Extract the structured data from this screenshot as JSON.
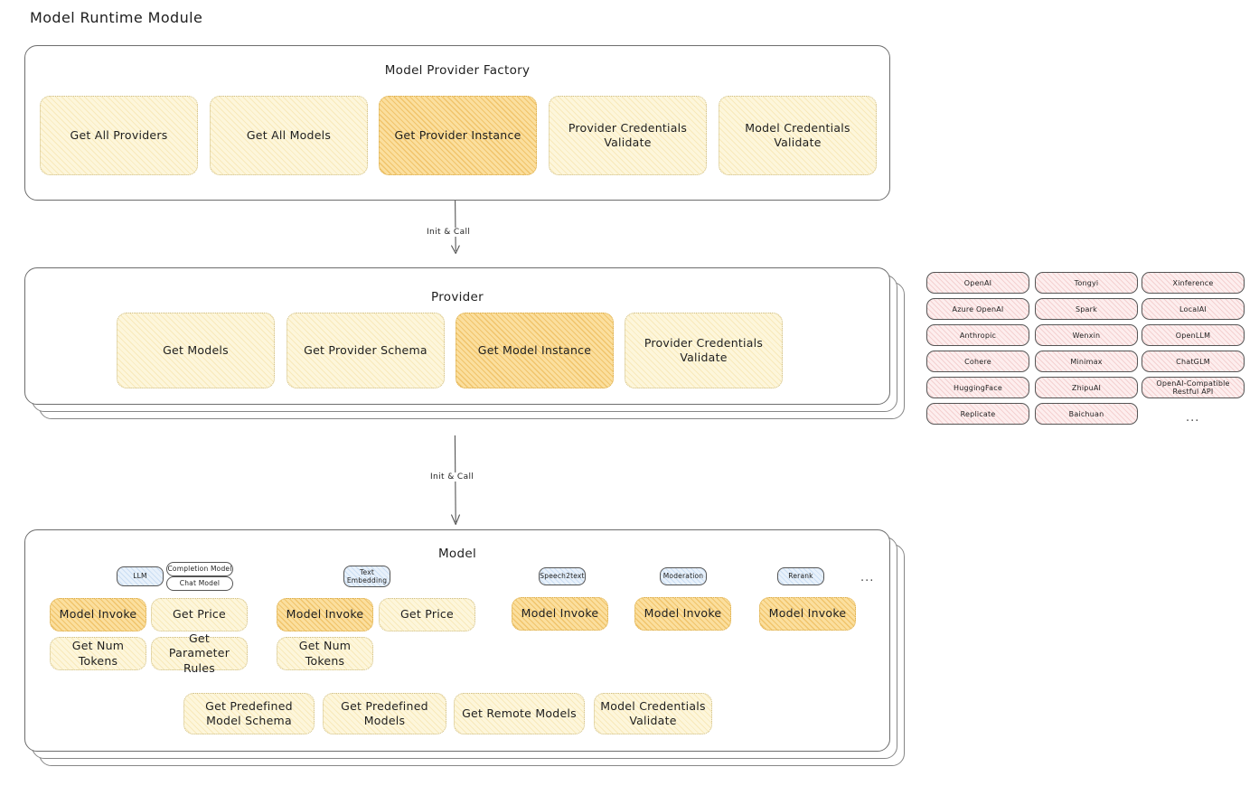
{
  "page": {
    "title": "Model Runtime Module"
  },
  "factory": {
    "title": "Model Provider Factory",
    "nodes": [
      {
        "label": "Get All Providers",
        "accent": false
      },
      {
        "label": "Get All Models",
        "accent": false
      },
      {
        "label": "Get Provider Instance",
        "accent": true
      },
      {
        "label": "Provider Credentials Validate",
        "accent": false
      },
      {
        "label": "Model Credentials Validate",
        "accent": false
      }
    ]
  },
  "arrows": [
    {
      "label": "Init & Call"
    },
    {
      "label": "Init & Call"
    }
  ],
  "provider": {
    "title": "Provider",
    "nodes": [
      {
        "label": "Get Models",
        "accent": false
      },
      {
        "label": "Get Provider Schema",
        "accent": false
      },
      {
        "label": "Get Model Instance",
        "accent": true
      },
      {
        "label": "Provider Credentials Validate",
        "accent": false
      }
    ]
  },
  "provider_list": {
    "columns": [
      [
        "OpenAI",
        "Azure OpenAI",
        "Anthropic",
        "Cohere",
        "HuggingFace",
        "Replicate"
      ],
      [
        "Tongyi",
        "Spark",
        "Wenxin",
        "Minimax",
        "ZhipuAI",
        "Baichuan"
      ],
      [
        "Xinference",
        "LocalAI",
        "OpenLLM",
        "ChatGLM",
        "OpenAI-Compatible Restful API"
      ]
    ],
    "more": "..."
  },
  "model": {
    "title": "Model",
    "more": "...",
    "types": [
      {
        "name": "LLM",
        "sub": [
          "Completion Model",
          "Chat Model"
        ],
        "nodes": [
          {
            "label": "Model Invoke",
            "accent": true
          },
          {
            "label": "Get Price",
            "accent": false
          },
          {
            "label": "Get Num Tokens",
            "accent": false
          },
          {
            "label": "Get Parameter Rules",
            "accent": false
          }
        ]
      },
      {
        "name": "Text Embedding",
        "sub": [],
        "nodes": [
          {
            "label": "Model Invoke",
            "accent": true
          },
          {
            "label": "Get Price",
            "accent": false
          },
          {
            "label": "Get Num Tokens",
            "accent": false
          }
        ]
      },
      {
        "name": "Speech2text",
        "sub": [],
        "nodes": [
          {
            "label": "Model Invoke",
            "accent": true
          }
        ]
      },
      {
        "name": "Moderation",
        "sub": [],
        "nodes": [
          {
            "label": "Model Invoke",
            "accent": true
          }
        ]
      },
      {
        "name": "Rerank",
        "sub": [],
        "nodes": [
          {
            "label": "Model Invoke",
            "accent": true
          }
        ]
      }
    ],
    "common_nodes": [
      {
        "label": "Get Predefined Model Schema"
      },
      {
        "label": "Get Predefined Models"
      },
      {
        "label": "Get Remote Models"
      },
      {
        "label": "Model Credentials Validate"
      }
    ]
  },
  "colors": {
    "accent_fill": "#fbdf9e",
    "node_fill": "#fdf6db",
    "provider_chip_fill": "#fdeeee",
    "type_chip_fill": "#e8f1fb",
    "stroke": "#6d6d6d"
  }
}
